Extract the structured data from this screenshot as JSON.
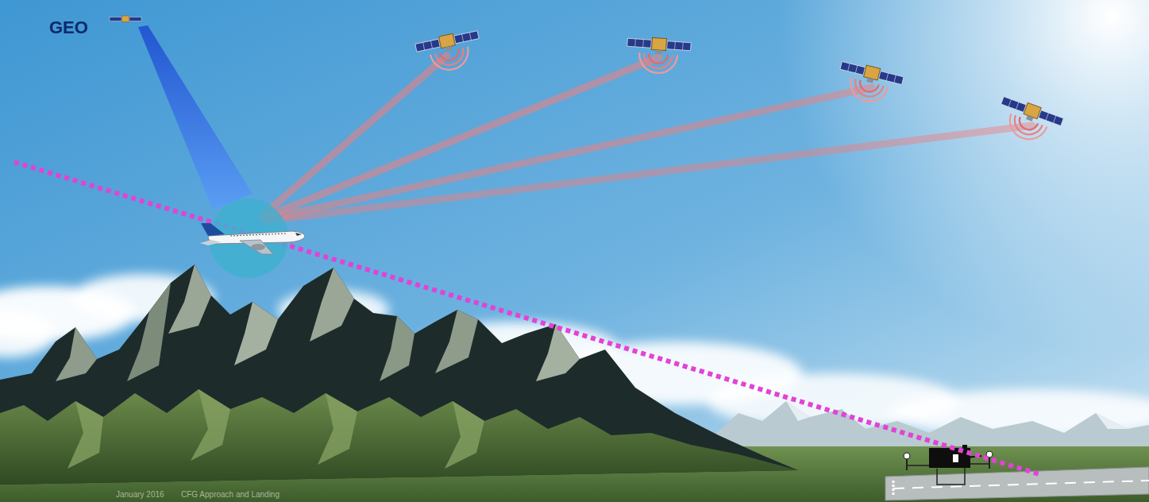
{
  "diagram": {
    "labels": [
      "GEO",
      "January 2016",
      "CFG Approach and Landing"
    ]
  }
}
